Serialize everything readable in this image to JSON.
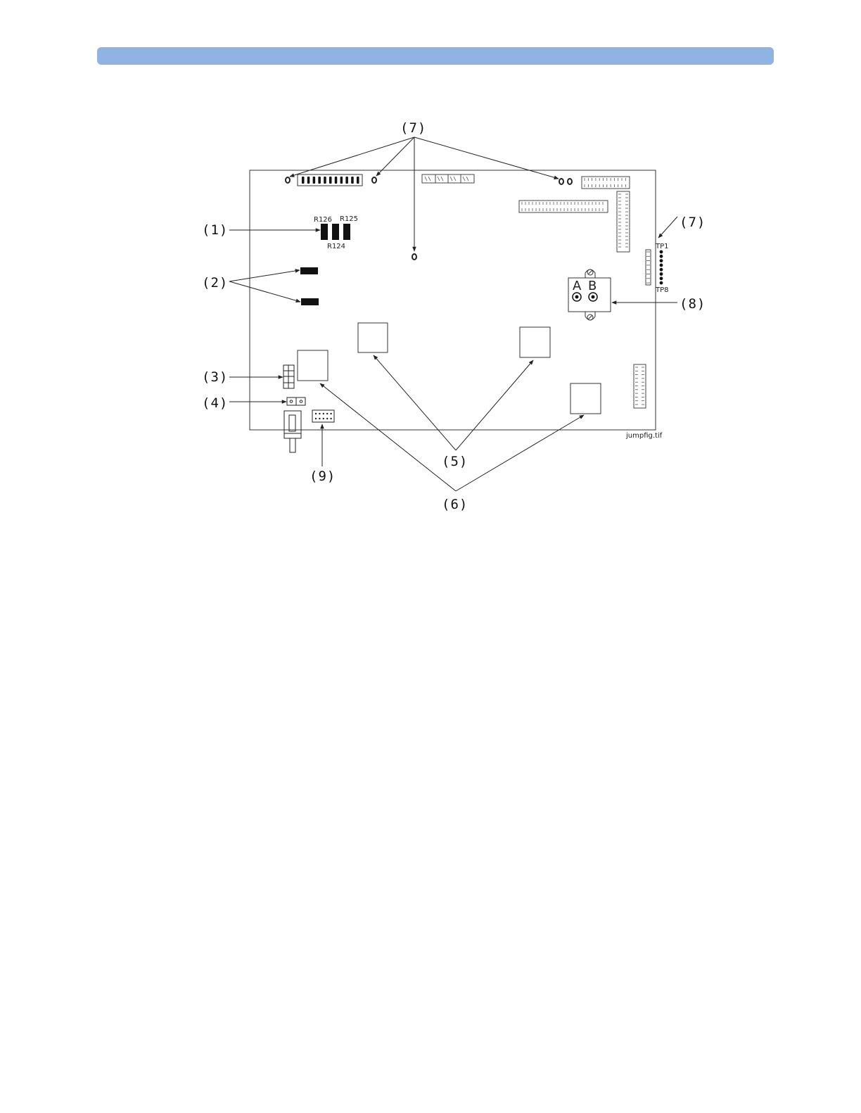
{
  "header": {
    "color": "#8fb3e3"
  },
  "callouts": {
    "c1": "(1)",
    "c2": "(2)",
    "c3": "(3)",
    "c4": "(4)",
    "c5": "(5)",
    "c6": "(6)",
    "c7_top": "(7)",
    "c7_right": "(7)",
    "c8": "(8)",
    "c9": "(9)"
  },
  "labels": {
    "r126": "R126",
    "r125": "R125",
    "r124": "R124",
    "tp1": "TP1",
    "tp8": "TP8",
    "a": "A",
    "b": "B",
    "filename": "jumpfig.tif"
  }
}
